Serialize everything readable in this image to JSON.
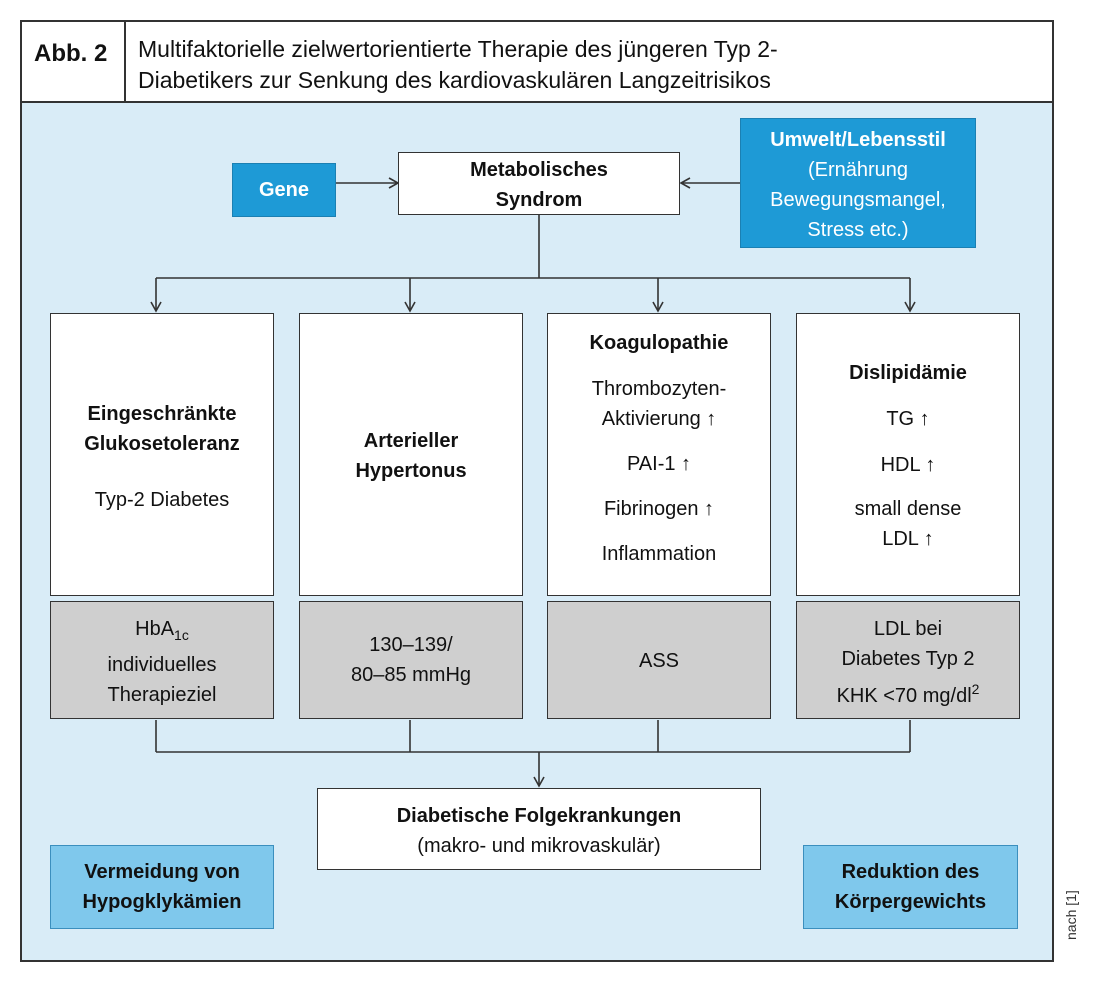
{
  "figure": {
    "label": "Abb. 2",
    "title_line1": "Multifaktorielle zielwertorientierte Therapie des jüngeren Typ 2-",
    "title_line2": "Diabetikers zur Senkung des kardiovaskulären Langzeitrisikos"
  },
  "top": {
    "gene": "Gene",
    "metabolic_line1": "Metabolisches",
    "metabolic_line2": "Syndrom",
    "environment_title": "Umwelt/Lebensstil",
    "environment_line1": "(Ernährung",
    "environment_line2": "Bewegungsmangel,",
    "environment_line3": "Stress etc.)"
  },
  "columns": {
    "glucose": {
      "title_line1": "Eingeschränkte",
      "title_line2": "Glukosetoleranz",
      "text": "Typ-2 Diabetes",
      "target_hba": "HbA",
      "target_sub": "1c",
      "target_line2": "individuelles",
      "target_line3": "Therapieziel"
    },
    "hypertension": {
      "title_line1": "Arterieller",
      "title_line2": "Hypertonus",
      "target_line1": "130–139/",
      "target_line2": "80–85 mmHg"
    },
    "coagulation": {
      "title": "Koagulopathie",
      "item1_line1": "Thrombozyten-",
      "item1_line2": "Aktivierung",
      "item2": "PAI-1",
      "item3": "Fibrinogen",
      "item4": "Inflammation",
      "target": "ASS"
    },
    "dyslipidemia": {
      "title": "Dislipidämie",
      "item1": "TG",
      "item2": "HDL",
      "item3_line1": "small dense",
      "item3_line2": "LDL",
      "target_line1": "LDL bei",
      "target_line2": "Diabetes Typ 2",
      "target_line3": "KHK <70 mg/dl",
      "target_sup": "2"
    }
  },
  "arrow_symbol": "↑",
  "bottom": {
    "consequences_title": "Diabetische Folgekrankungen",
    "consequences_sub": "(makro- und mikrovaskulär)",
    "left_line1": "Vermeidung von",
    "left_line2": "Hypogklykämien",
    "right_line1": "Reduktion des",
    "right_line2": "Körpergewichts"
  },
  "source_note": "nach [1]",
  "colors": {
    "canvas": "#d9ecf7",
    "blue": "#1e9ad6",
    "light_blue": "#7fc8ec",
    "grey": "#cfcfcf"
  }
}
